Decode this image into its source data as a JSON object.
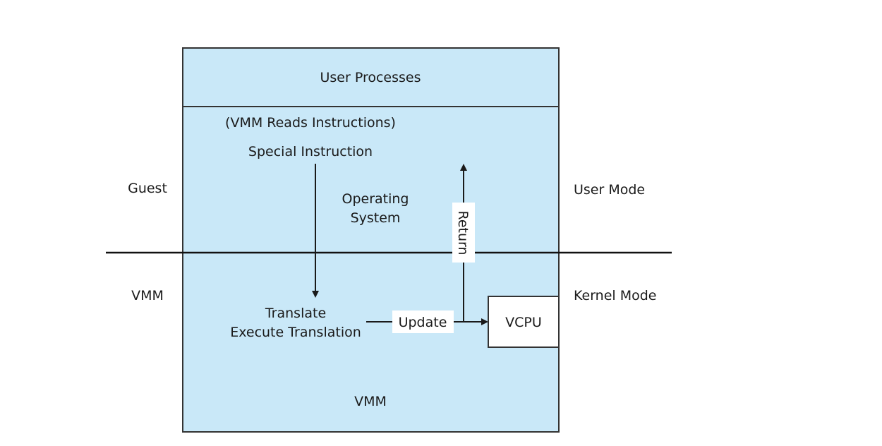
{
  "diagram": {
    "user_processes": "User Processes",
    "vmm_reads": "(VMM Reads Instructions)",
    "special_instruction": "Special Instruction",
    "operating_system_line1": "Operating",
    "operating_system_line2": "System",
    "return_label": "Return",
    "translate_line1": "Translate",
    "translate_line2": "Execute Translation",
    "update_label": "Update",
    "vcpu_label": "VCPU",
    "vmm_box_label": "VMM",
    "left_guest": "Guest",
    "left_vmm": "VMM",
    "right_user_mode": "User Mode",
    "right_kernel_mode": "Kernel Mode",
    "colors": {
      "box_fill": "#c9e8f8",
      "stroke": "#333333",
      "white": "#ffffff"
    }
  }
}
